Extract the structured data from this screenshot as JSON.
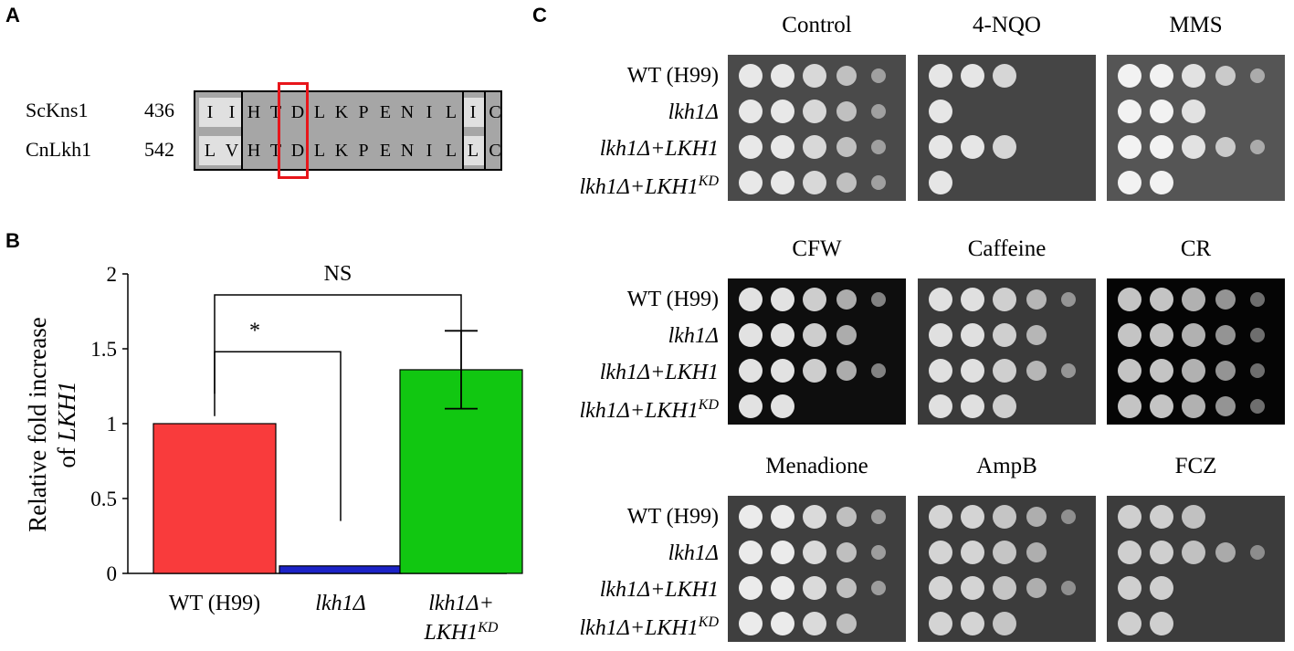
{
  "panels": {
    "A": "A",
    "B": "B",
    "C": "C"
  },
  "alignment": {
    "rows": [
      {
        "name": "ScKns1",
        "pos": "436",
        "residues": [
          "I",
          "I",
          "H",
          "T",
          "D",
          "L",
          "K",
          "P",
          "E",
          "N",
          "I",
          "L",
          "I",
          "C"
        ]
      },
      {
        "name": "CnLkh1",
        "pos": "542",
        "residues": [
          "L",
          "V",
          "H",
          "T",
          "D",
          "L",
          "K",
          "P",
          "E",
          "N",
          "I",
          "L",
          "L",
          "C"
        ]
      }
    ],
    "highlight_color": "#e8161b"
  },
  "chart_data": {
    "type": "bar",
    "categories": [
      "WT (H99)",
      "lkh1Δ",
      "lkh1Δ+LKH1KD"
    ],
    "category_labels": [
      {
        "main": "WT (H99)",
        "sup": ""
      },
      {
        "main": "lkh1Δ",
        "sup": ""
      },
      {
        "main": "lkh1Δ+",
        "line2": "LKH1",
        "sup": "KD"
      }
    ],
    "values": [
      1.0,
      0.05,
      1.36
    ],
    "errors": [
      0,
      0,
      0.26
    ],
    "colors": [
      "#f93b3c",
      "#1c23c7",
      "#11c711"
    ],
    "ylabel_line1": "Relative fold increase",
    "ylabel_line2_prefix": "of ",
    "ylabel_line2_gene": "LKH1",
    "ylim": [
      0,
      2
    ],
    "yticks": [
      "0",
      "0.5",
      "1",
      "1.5",
      "2"
    ],
    "annotations": [
      {
        "label": "*",
        "from": 0,
        "to": 1
      },
      {
        "label": "NS",
        "from": 0,
        "to": 2
      }
    ],
    "grid": false
  },
  "spot_assay": {
    "strains": [
      {
        "main": "WT (H99)",
        "italic": false,
        "sup": ""
      },
      {
        "main": "lkh1Δ",
        "italic": true,
        "sup": ""
      },
      {
        "main": "lkh1Δ+LKH1",
        "italic": true,
        "sup": ""
      },
      {
        "main": "lkh1Δ+LKH1",
        "italic": true,
        "sup": "KD"
      }
    ],
    "groups": [
      {
        "conditions": [
          "Control",
          "4-NQO",
          "MMS"
        ]
      },
      {
        "conditions": [
          "CFW",
          "Caffeine",
          "CR"
        ]
      },
      {
        "conditions": [
          "Menadione",
          "AmpB",
          "FCZ"
        ]
      }
    ]
  }
}
